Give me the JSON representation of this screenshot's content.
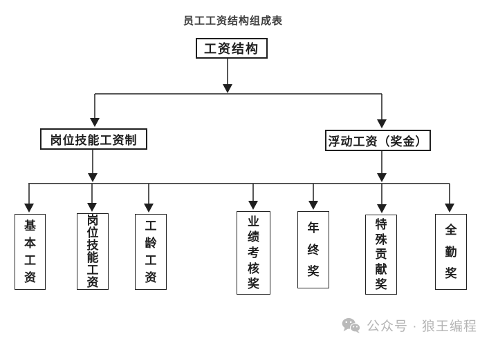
{
  "title": "员工工资结构组成表",
  "tree": {
    "root": {
      "label": "工资结构"
    },
    "branches": [
      {
        "label": "岗位技能工资制"
      },
      {
        "label": "浮动工资（奖金）"
      }
    ],
    "leaves": [
      {
        "label": "基本工资"
      },
      {
        "label": "岗位技能工资"
      },
      {
        "label": "工龄工资"
      },
      {
        "label": "业绩考核奖"
      },
      {
        "label": "年终奖"
      },
      {
        "label": "特殊贡献奖"
      },
      {
        "label": "全勤奖"
      }
    ]
  },
  "watermark": {
    "icon": "wechat-icon",
    "text": "公众号 · 狼王编程"
  },
  "colors": {
    "background": "#ffffff",
    "line": "#1f1f1f",
    "box_border": "#1f1f1f",
    "text": "#1f1f1f",
    "watermark": "#b5b5b5"
  }
}
